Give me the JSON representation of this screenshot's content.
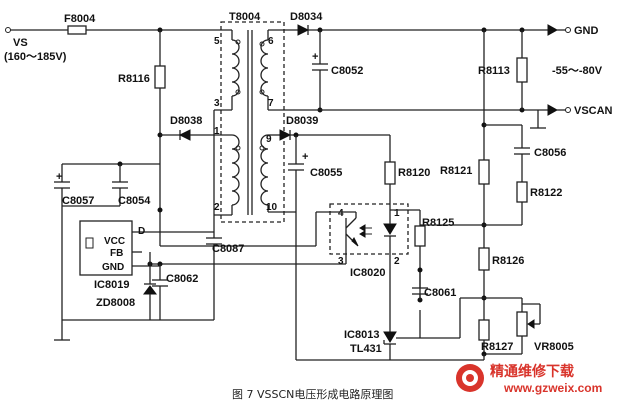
{
  "caption": "图 7  VSSCN电压形成电路原理图",
  "watermark": {
    "line1": "精通维修下载",
    "line2": "www.gzweix.com",
    "accent": "#d9342b"
  },
  "labels": {
    "vs": "VS",
    "vs_range": "(160～185V)",
    "f8004": "F8004",
    "t8004": "T8004",
    "d8034": "D8034",
    "gnd": "GND",
    "c8052": "C8052",
    "r8113": "R8113",
    "voltage": "-55～-80V",
    "vscan": "VSCAN",
    "r8116": "R8116",
    "d8038": "D8038",
    "d8039": "D8039",
    "c8055": "C8055",
    "c8056": "C8056",
    "r8120": "R8120",
    "r8121": "R8121",
    "r8122": "R8122",
    "c8057": "C8057",
    "c8054": "C8054",
    "r8125": "R8125",
    "c8087": "C8087",
    "c8062": "C8062",
    "ic8019": "IC8019",
    "zd8008": "ZD8008",
    "ic8020": "IC8020",
    "c8061": "C8061",
    "r8126": "R8126",
    "ic8013": "IC8013",
    "tl431": "TL431",
    "r8127": "R8127",
    "vr8005": "VR8005"
  },
  "ic_pins": {
    "d": "D",
    "vcc": "VCC",
    "fb": "FB",
    "gnd": "GND"
  },
  "transformer_pins": {
    "p5": "5",
    "p3": "3",
    "p1": "1",
    "p2": "2",
    "p6": "6",
    "p7": "7",
    "p9": "9",
    "p10": "10"
  },
  "opto_pins": {
    "p4": "4",
    "p1": "1",
    "p3": "3",
    "p2": "2"
  },
  "polarity": {
    "c8052": "+",
    "c8055": "+",
    "c8057": "+"
  }
}
